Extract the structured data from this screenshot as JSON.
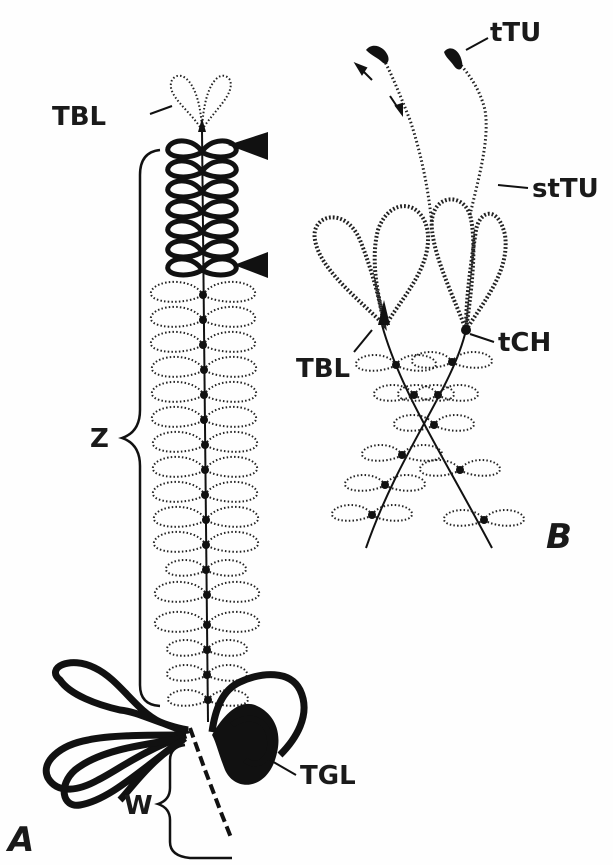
{
  "figure": {
    "labels": {
      "tbl_a": "TBL",
      "z": "Z",
      "w": "W",
      "tgl": "TGL",
      "ttu": "tTU",
      "sttu": "stTU",
      "tch": "tCH",
      "tbl_b": "TBL"
    },
    "panels": {
      "a": "A",
      "b": "B"
    },
    "colors": {
      "ink": "#1a1a1a",
      "paper": "#fefefe"
    },
    "icons": [
      "arrowhead-marker",
      "double-arrow"
    ]
  }
}
